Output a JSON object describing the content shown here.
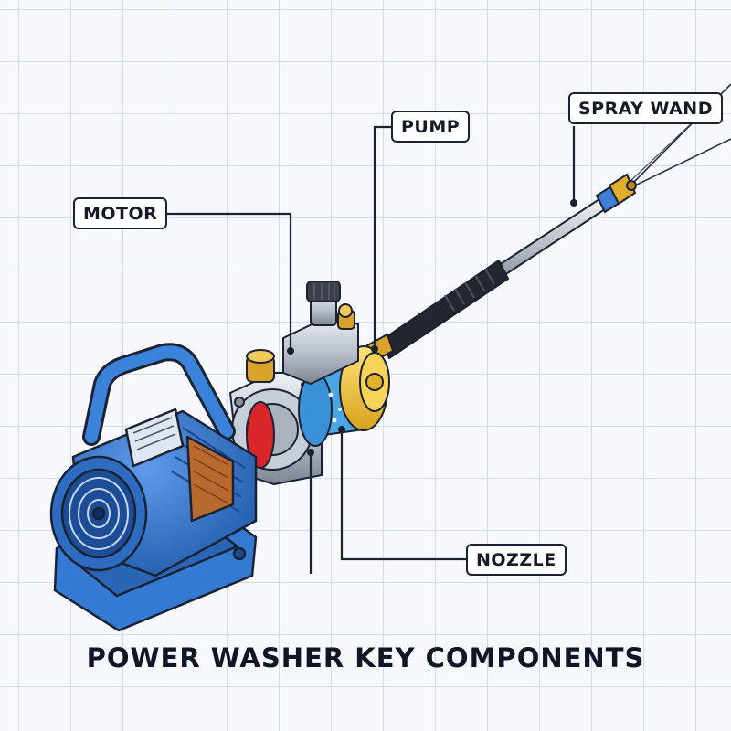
{
  "title": "POWER WASHER KEY COMPONENTS",
  "labels": {
    "motor": "MOTOR",
    "pump": "PUMP",
    "spray_wand": "SPRAY WAND",
    "nozzle": "NOZZLE"
  },
  "colors": {
    "background": "#f6f8fc",
    "grid": "#d3dcec",
    "motor_blue": "#2f6fc4",
    "pump_yellow": "#f2c230",
    "seal_red": "#d8262a",
    "fitting_brass": "#d9a22a",
    "nozzle_blue": "#3f7fd8",
    "hose_black": "#23272e",
    "leader_line": "#1a2233"
  }
}
